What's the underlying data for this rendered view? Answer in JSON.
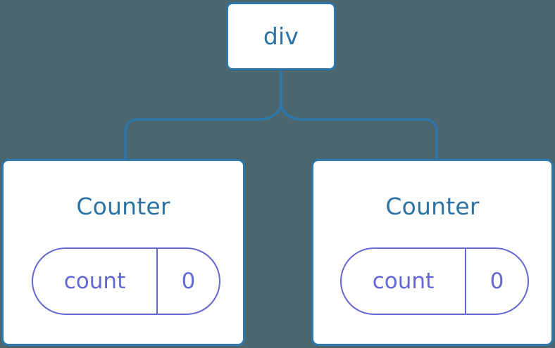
{
  "canvas": {
    "background_color": "#4c6670",
    "edge_color": "#2e77ab"
  },
  "tree": {
    "root": {
      "label": "div",
      "text_color": "#2c72a4",
      "border_color": "#2e77ab",
      "fill_color": "#ffffff"
    },
    "children": [
      {
        "title": "Counter",
        "title_color": "#2c72a4",
        "state": {
          "key": "count",
          "value": "0",
          "accent_color": "#6468d2"
        }
      },
      {
        "title": "Counter",
        "title_color": "#2c72a4",
        "state": {
          "key": "count",
          "value": "0",
          "accent_color": "#6468d2"
        }
      }
    ]
  }
}
